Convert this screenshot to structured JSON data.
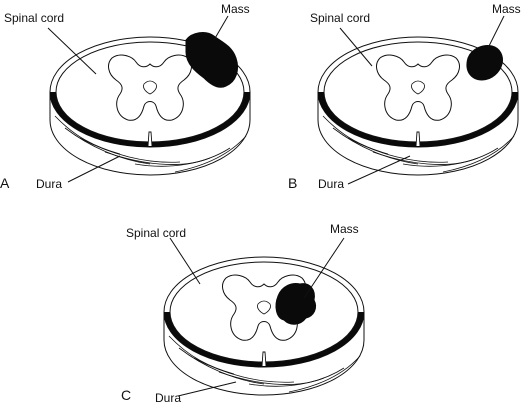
{
  "panels": [
    {
      "letter": "A",
      "labels": {
        "cord": "Spinal cord",
        "mass": "Mass",
        "dura": "Dura"
      }
    },
    {
      "letter": "B",
      "labels": {
        "cord": "Spinal cord",
        "mass": "Mass",
        "dura": "Dura"
      }
    },
    {
      "letter": "C",
      "labels": {
        "cord": "Spinal cord",
        "mass": "Mass",
        "dura": "Dura"
      }
    }
  ]
}
